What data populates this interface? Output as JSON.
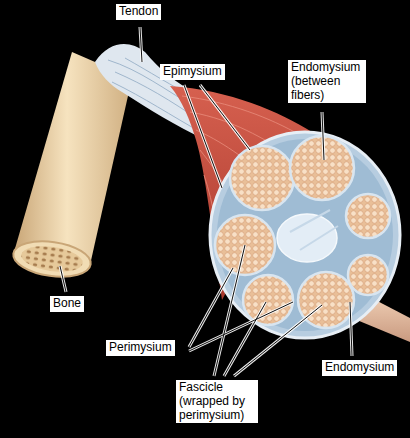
{
  "diagram": {
    "labels": [
      "Tendon",
      "Epimysium",
      "Endomysium (between fibers)",
      "Bone",
      "Perimysium",
      "Fascicle (wrapped by perimysium)",
      "Endomysium"
    ]
  }
}
